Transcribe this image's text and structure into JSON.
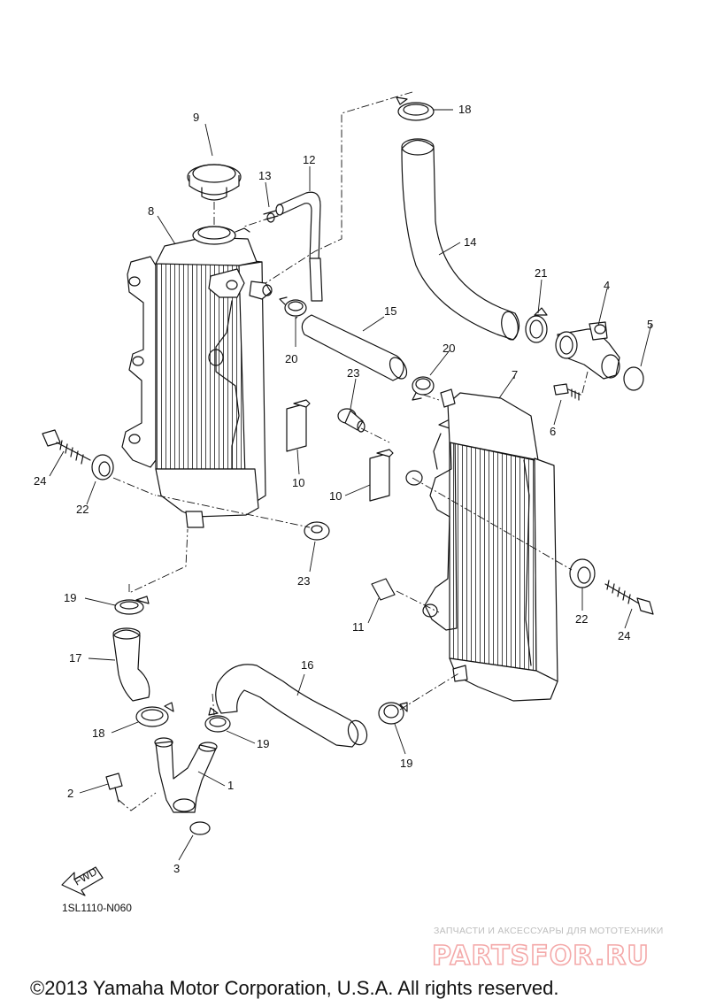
{
  "diagram": {
    "code": "1SL1110-N060",
    "copyright": "©2013 Yamaha Motor Corporation, U.S.A. All rights reserved.",
    "fwd_label": "FWD",
    "watermark_tagline": "ЗАПЧАСТИ И АКСЕССУАРЫ ДЛЯ МОТОТЕХНИКИ",
    "watermark_brand": "PARTSFOR.RU",
    "callouts": [
      {
        "id": "c1",
        "text": "1"
      },
      {
        "id": "c2",
        "text": "2"
      },
      {
        "id": "c3",
        "text": "3"
      },
      {
        "id": "c4",
        "text": "4"
      },
      {
        "id": "c5",
        "text": "5"
      },
      {
        "id": "c6",
        "text": "6"
      },
      {
        "id": "c7",
        "text": "7"
      },
      {
        "id": "c8",
        "text": "8"
      },
      {
        "id": "c9",
        "text": "9"
      },
      {
        "id": "c10a",
        "text": "10"
      },
      {
        "id": "c10b",
        "text": "10"
      },
      {
        "id": "c11",
        "text": "11"
      },
      {
        "id": "c12",
        "text": "12"
      },
      {
        "id": "c13",
        "text": "13"
      },
      {
        "id": "c14",
        "text": "14"
      },
      {
        "id": "c15",
        "text": "15"
      },
      {
        "id": "c16",
        "text": "16"
      },
      {
        "id": "c17",
        "text": "17"
      },
      {
        "id": "c18a",
        "text": "18"
      },
      {
        "id": "c18b",
        "text": "18"
      },
      {
        "id": "c19a",
        "text": "19"
      },
      {
        "id": "c19b",
        "text": "19"
      },
      {
        "id": "c19c",
        "text": "19"
      },
      {
        "id": "c20a",
        "text": "20"
      },
      {
        "id": "c20b",
        "text": "20"
      },
      {
        "id": "c21",
        "text": "21"
      },
      {
        "id": "c22a",
        "text": "22"
      },
      {
        "id": "c22b",
        "text": "22"
      },
      {
        "id": "c23a",
        "text": "23"
      },
      {
        "id": "c23b",
        "text": "23"
      },
      {
        "id": "c24a",
        "text": "24"
      },
      {
        "id": "c24b",
        "text": "24"
      }
    ]
  }
}
